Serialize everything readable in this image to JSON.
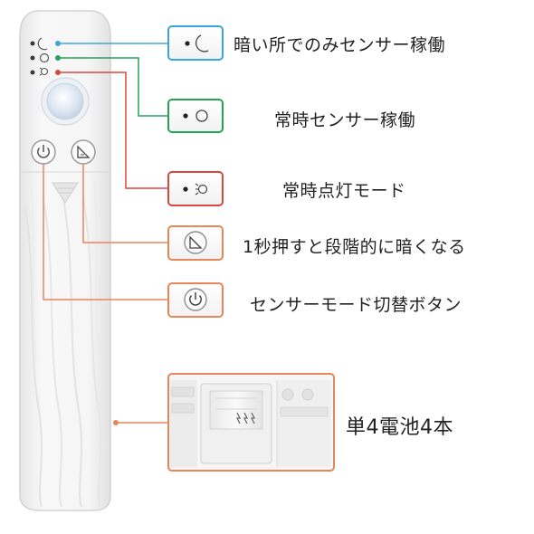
{
  "colors": {
    "blue": "#3aa6dd",
    "green": "#23a25a",
    "red": "#d8473b",
    "orange": "#e8855a",
    "device": "#f4f4f4",
    "device_edge": "#d4d4d4"
  },
  "icons": {
    "moon": "moon-icon",
    "circle": "circle-icon",
    "bulb": "bulb-icon",
    "dimmer": "dimmer-icon",
    "power": "power-icon",
    "battery": "battery-compartment"
  },
  "callouts": [
    {
      "id": "dark-sensor",
      "text": "暗い所でのみセンサー稼働",
      "color": "blue"
    },
    {
      "id": "always-sensor",
      "text": "常時センサー稼働",
      "color": "green"
    },
    {
      "id": "always-on",
      "text": "常時点灯モード",
      "color": "red"
    },
    {
      "id": "dimmer",
      "text": "1秒押すと段階的に暗くなる",
      "color": "orange"
    },
    {
      "id": "mode-switch",
      "text": "センサーモード切替ボタン",
      "color": "orange"
    },
    {
      "id": "battery",
      "text": "単4電池4本",
      "color": "orange"
    }
  ]
}
